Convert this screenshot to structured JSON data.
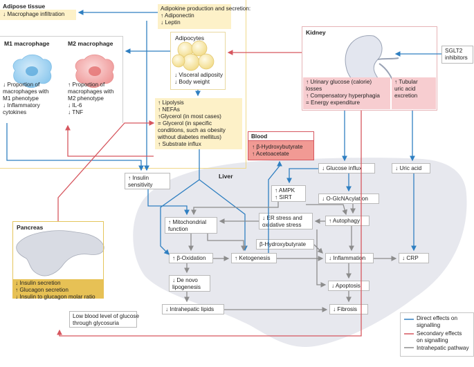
{
  "adipose": {
    "title": "Adipose tissue",
    "infiltration": "↓ Macrophage infiltration",
    "adipokine": [
      "Adipokine production and secretion:",
      "↑ Adiponectin",
      "↓ Leptin"
    ],
    "m1_title": "M1 macrophage",
    "m2_title": "M2 macrophage",
    "adipocytes_title": "Adipocytes",
    "m1_effects": [
      "↓ Proportion of",
      "macrophages with",
      "M1 phenotype",
      "↓ Inflammatory",
      "cytokines"
    ],
    "m2_effects": [
      "↑ Proportion of",
      "macrophages with",
      "M2 phenotype",
      "↓ IL-6",
      "↓ TNF"
    ],
    "adipocyte_effects": [
      "↓ Visceral adiposity",
      "↓ Body weight"
    ],
    "lipolysis": [
      "↑ Lipolysis",
      "↑ NEFAs",
      "↑Glycerol (in most cases)",
      "= Glycerol (in specific",
      "conditions, such as obesity",
      "without diabetes mellitus)",
      "↑ Substrate influx"
    ]
  },
  "kidney": {
    "title": "Kidney",
    "sglt2": [
      "SGLT2",
      "inhibitors"
    ],
    "effects1": [
      "↑ Urinary glucose (calorie)",
      "losses",
      "↑ Compensatory hyperphagia",
      "= Energy expenditure"
    ],
    "effects2": [
      "↑ Tubular",
      "uric acid",
      "excretion"
    ]
  },
  "blood": {
    "title": "Blood",
    "items": [
      "↑ β-Hydroxybutyrate",
      "↑ Acetoacetate"
    ]
  },
  "liver": {
    "title": "Liver",
    "glucose_influx": "↓ Glucose influx",
    "uric_acid": "↓ Uric acid",
    "insulin_sensitivity": [
      "↑ Insulin",
      "sensitivity"
    ],
    "ampk": [
      "↑ AMPK",
      "↑ SIRT"
    ],
    "oglcnac": "↓ O-GlcNAcylation",
    "mito": [
      "↑ Mitochondrial",
      "function"
    ],
    "er_stress": [
      "↓ ER stress and",
      "oxidative stress"
    ],
    "autophagy": "↑ Autophagy",
    "bhb": "β-Hydroxybutyrate",
    "beta_ox": "↑ β-Oxidation",
    "ketogenesis": "↑ Ketogenesis",
    "inflammation": "↓ Inflammation",
    "crp": "↓ CRP",
    "de_novo": [
      "↓ De novo",
      "lipogenesis"
    ],
    "apoptosis": "↓ Apoptosis",
    "intrahepatic": "↓ Intrahepatic lipids",
    "fibrosis": "↓ Fibrosis"
  },
  "pancreas": {
    "title": "Pancreas",
    "effects": [
      "↓ Insulin secretion",
      "↑ Glucagon secretion",
      "↓ Insulin to glucagon molar ratio"
    ]
  },
  "glycosuria": [
    "Low blood level of glucose",
    "through glycosuria"
  ],
  "legend": {
    "items": [
      {
        "label": [
          "Direct effects on",
          "signalling"
        ],
        "color": "#2f7fc1"
      },
      {
        "label": [
          "Secondary effects",
          "on signalling"
        ],
        "color": "#d6565e"
      },
      {
        "label": [
          "Intrahepatic pathway"
        ],
        "color": "#8c8c8c"
      }
    ]
  },
  "colors": {
    "blue": "#2f7fc1",
    "red": "#d6565e",
    "grey": "#8c8c8c"
  }
}
